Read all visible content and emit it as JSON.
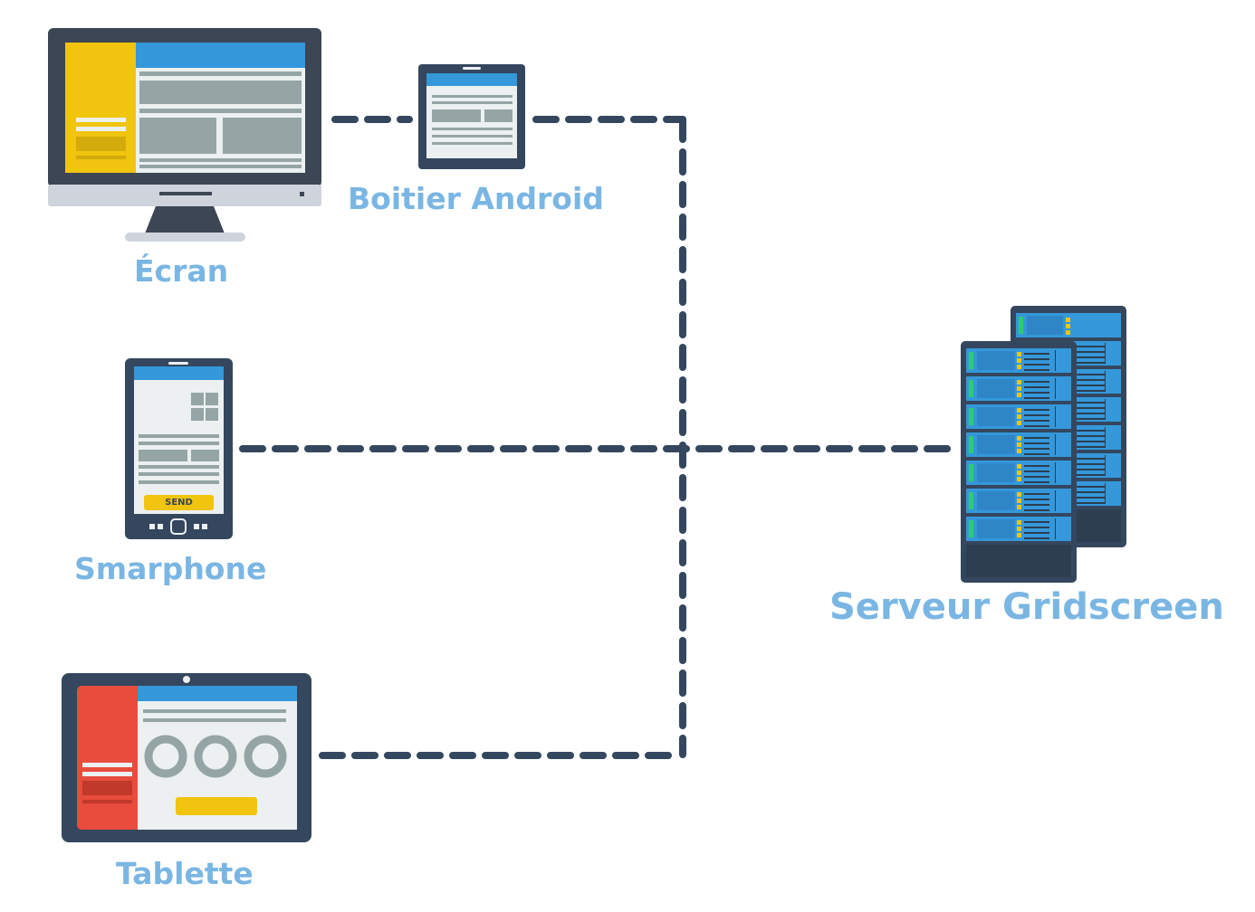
{
  "diagram": {
    "nodes": {
      "screen": {
        "label": "Écran",
        "kind": "desktop-monitor"
      },
      "android_box": {
        "label": "Boitier Android",
        "kind": "small-tablet"
      },
      "smartphone": {
        "label": "Smarphone",
        "kind": "smartphone",
        "button_label": "SEND"
      },
      "tablet": {
        "label": "Tablette",
        "kind": "tablet"
      },
      "server": {
        "label": "Serveur Gridscreen",
        "kind": "server-rack"
      }
    },
    "connections": [
      {
        "from": "screen",
        "to": "android_box",
        "style": "dashed"
      },
      {
        "from": "android_box",
        "to": "server",
        "style": "dashed"
      },
      {
        "from": "smartphone",
        "to": "server",
        "style": "dashed"
      },
      {
        "from": "tablet",
        "to": "server",
        "style": "dashed"
      }
    ],
    "colors": {
      "label": "#7ab6e3",
      "line": "#34475e",
      "device_frame": "#3d4654",
      "screen_blue": "#3498db",
      "yellow": "#f1c40f",
      "red": "#e74c3c",
      "gray_block": "#95a5a6",
      "screen_bg": "#ecf0f1",
      "server_dark": "#34495e",
      "led_green": "#2ecc71"
    }
  }
}
